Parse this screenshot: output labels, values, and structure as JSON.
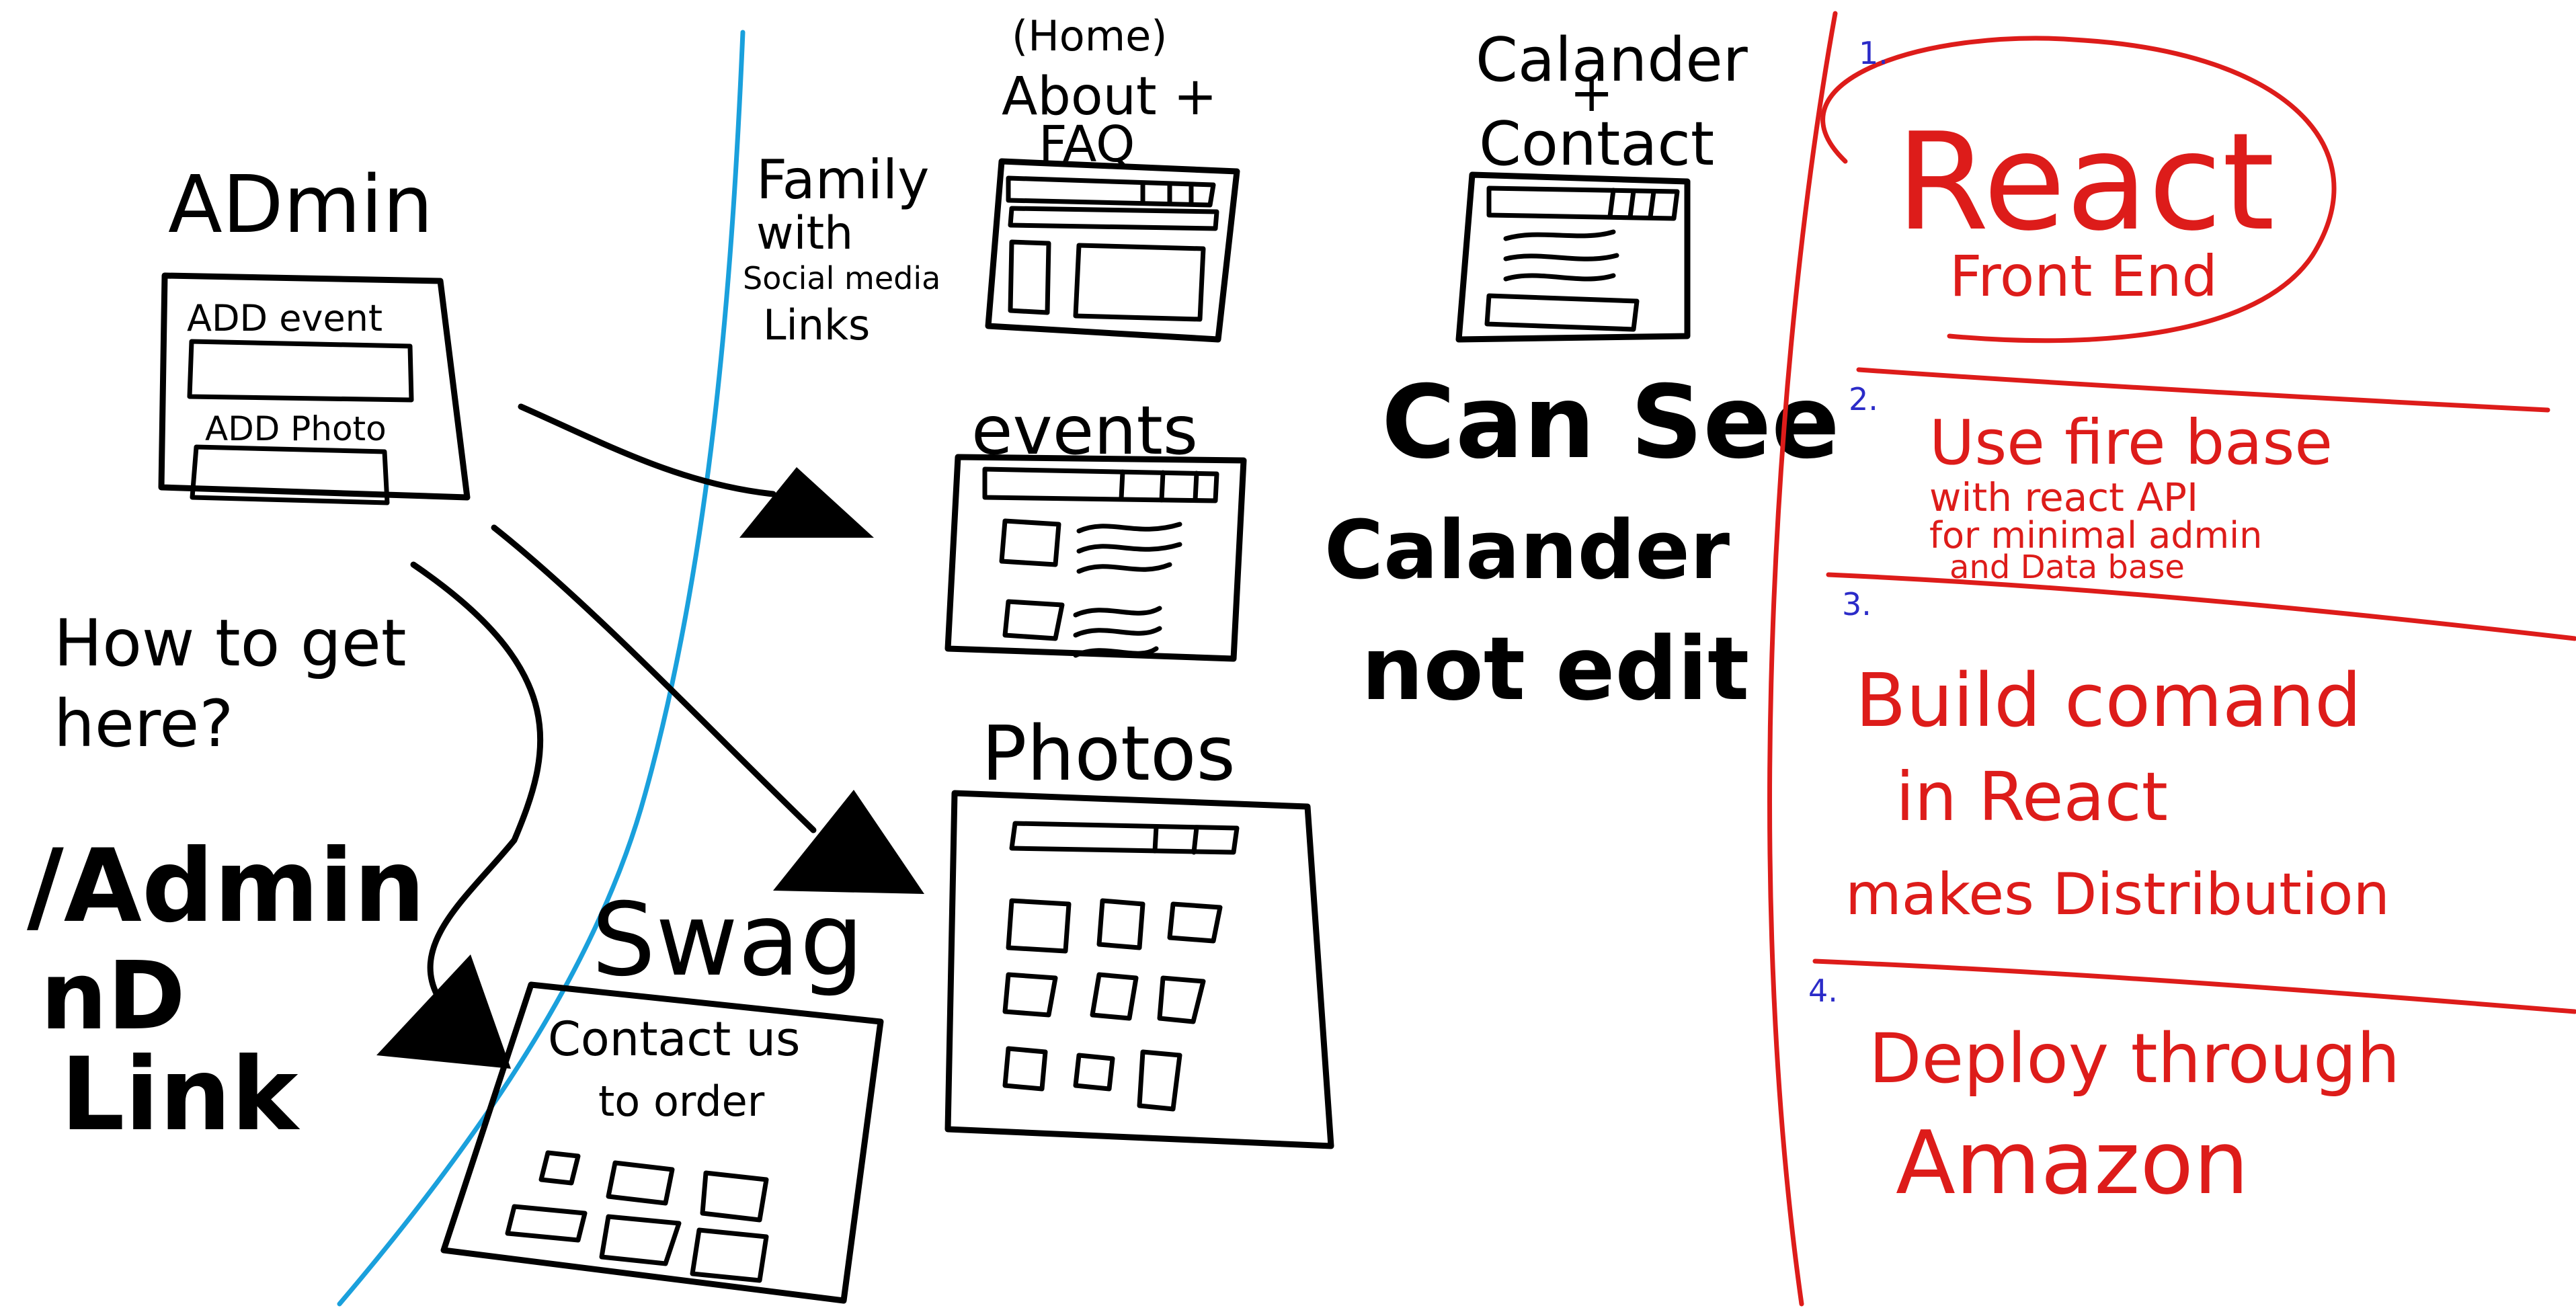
{
  "colors": {
    "ink": "#000000",
    "plan": "#dd1c1a",
    "divider": "#1aa0dc",
    "step_number": "#2b2bc8",
    "background": "#ffffff"
  },
  "admin": {
    "title": "ADmin",
    "add_event": "ADD event",
    "add_photo": "ADD Photo"
  },
  "access_note": {
    "question_line1": "How to get",
    "question_line2": "here?",
    "route": "/Admin",
    "no_link_line1": "nD",
    "no_link_line2": "Link"
  },
  "pages": {
    "home": {
      "line1": "(Home)",
      "line2": "About +",
      "line3": "FAQ",
      "side_note_line1": "Family",
      "side_note_line2": "with",
      "side_note_line3": "Social media",
      "side_note_line4": "Links"
    },
    "calendar": {
      "line1": "Calander",
      "line2": "+",
      "line3": "Contact",
      "note_line1": "Can See",
      "note_line2": "Calander",
      "note_line3": "not edit"
    },
    "events": {
      "title": "events"
    },
    "photos": {
      "title": "Photos"
    },
    "swag": {
      "title": "Swag",
      "body_line1": "Contact us",
      "body_line2": "to order"
    }
  },
  "plan_steps": [
    {
      "number": "1.",
      "lines": [
        "React",
        "Front End"
      ]
    },
    {
      "number": "2.",
      "lines": [
        "Use fire base",
        "with react API",
        "for minimal admin",
        "and Data base"
      ]
    },
    {
      "number": "3.",
      "lines": [
        "Build comand",
        "in React",
        "makes Distribution"
      ]
    },
    {
      "number": "4.",
      "lines": [
        "Deploy through",
        "Amazon"
      ]
    }
  ]
}
